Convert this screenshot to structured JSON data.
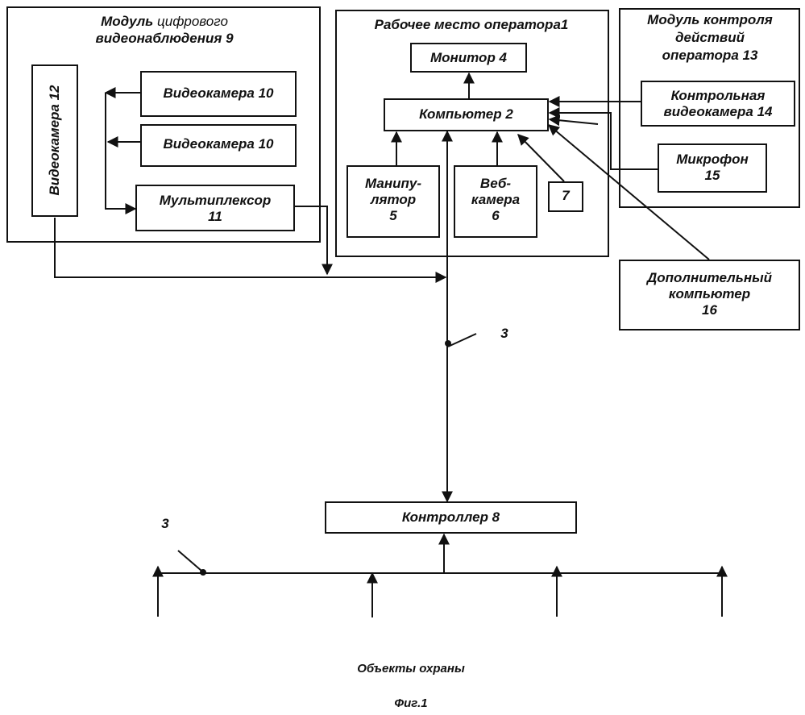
{
  "diagram": {
    "modules": {
      "video_module_bold": "Модуль",
      "video_module_rest": "цифрового",
      "video_module_line2": "видеонаблюдения 9",
      "workplace": "Рабочее место оператора1",
      "control_module": "Модуль контроля\nдействий\nоператора 13"
    },
    "blocks": {
      "camera12": "Видеокамера 12",
      "camera10a": "Видеокамера 10",
      "camera10b": "Видеокамера 10",
      "multiplexer": "Мультиплексор\n11",
      "monitor": "Монитор 4",
      "computer": "Компьютер 2",
      "manipulator": "Манипу-\nлятор\n5",
      "webcam": "Веб-\nкамера\n6",
      "block7": "7",
      "control_camera": "Контрольная\nвидеокамера 14",
      "microphone": "Микрофон\n15",
      "extra_computer": "Дополнительный\nкомпьютер\n16",
      "controller": "Контроллер  8"
    },
    "bus_label_top": "3",
    "bus_label_bottom": "3",
    "objects_label": "Объекты охраны",
    "figure_caption": "Фиг.1"
  }
}
